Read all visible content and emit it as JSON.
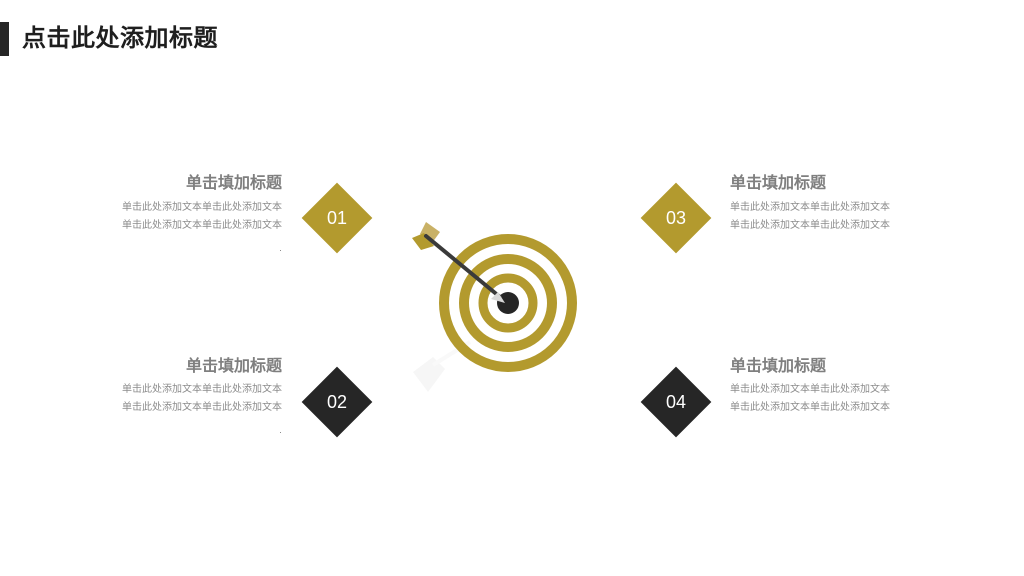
{
  "header": {
    "title": "点击此处添加标题"
  },
  "items": [
    {
      "number": "01",
      "title": "单击填加标题",
      "lines": [
        "单击此处添加文本单击此处添加文本",
        "单击此处添加文本单击此处添加文本"
      ]
    },
    {
      "number": "02",
      "title": "单击填加标题",
      "lines": [
        "单击此处添加文本单击此处添加文本",
        "单击此处添加文本单击此处添加文本"
      ]
    },
    {
      "number": "03",
      "title": "单击填加标题",
      "lines": [
        "单击此处添加文本单击此处添加文本",
        "单击此处添加文本单击此处添加文本"
      ]
    },
    {
      "number": "04",
      "title": "单击填加标题",
      "lines": [
        "单击此处添加文本单击此处添加文本",
        "单击此处添加文本单击此处添加文本"
      ]
    }
  ],
  "colors": {
    "gold": "#b39a2e",
    "dark": "#262626",
    "text": "#8c8c8c"
  },
  "icons": {
    "center": "target-with-arrow-icon"
  }
}
